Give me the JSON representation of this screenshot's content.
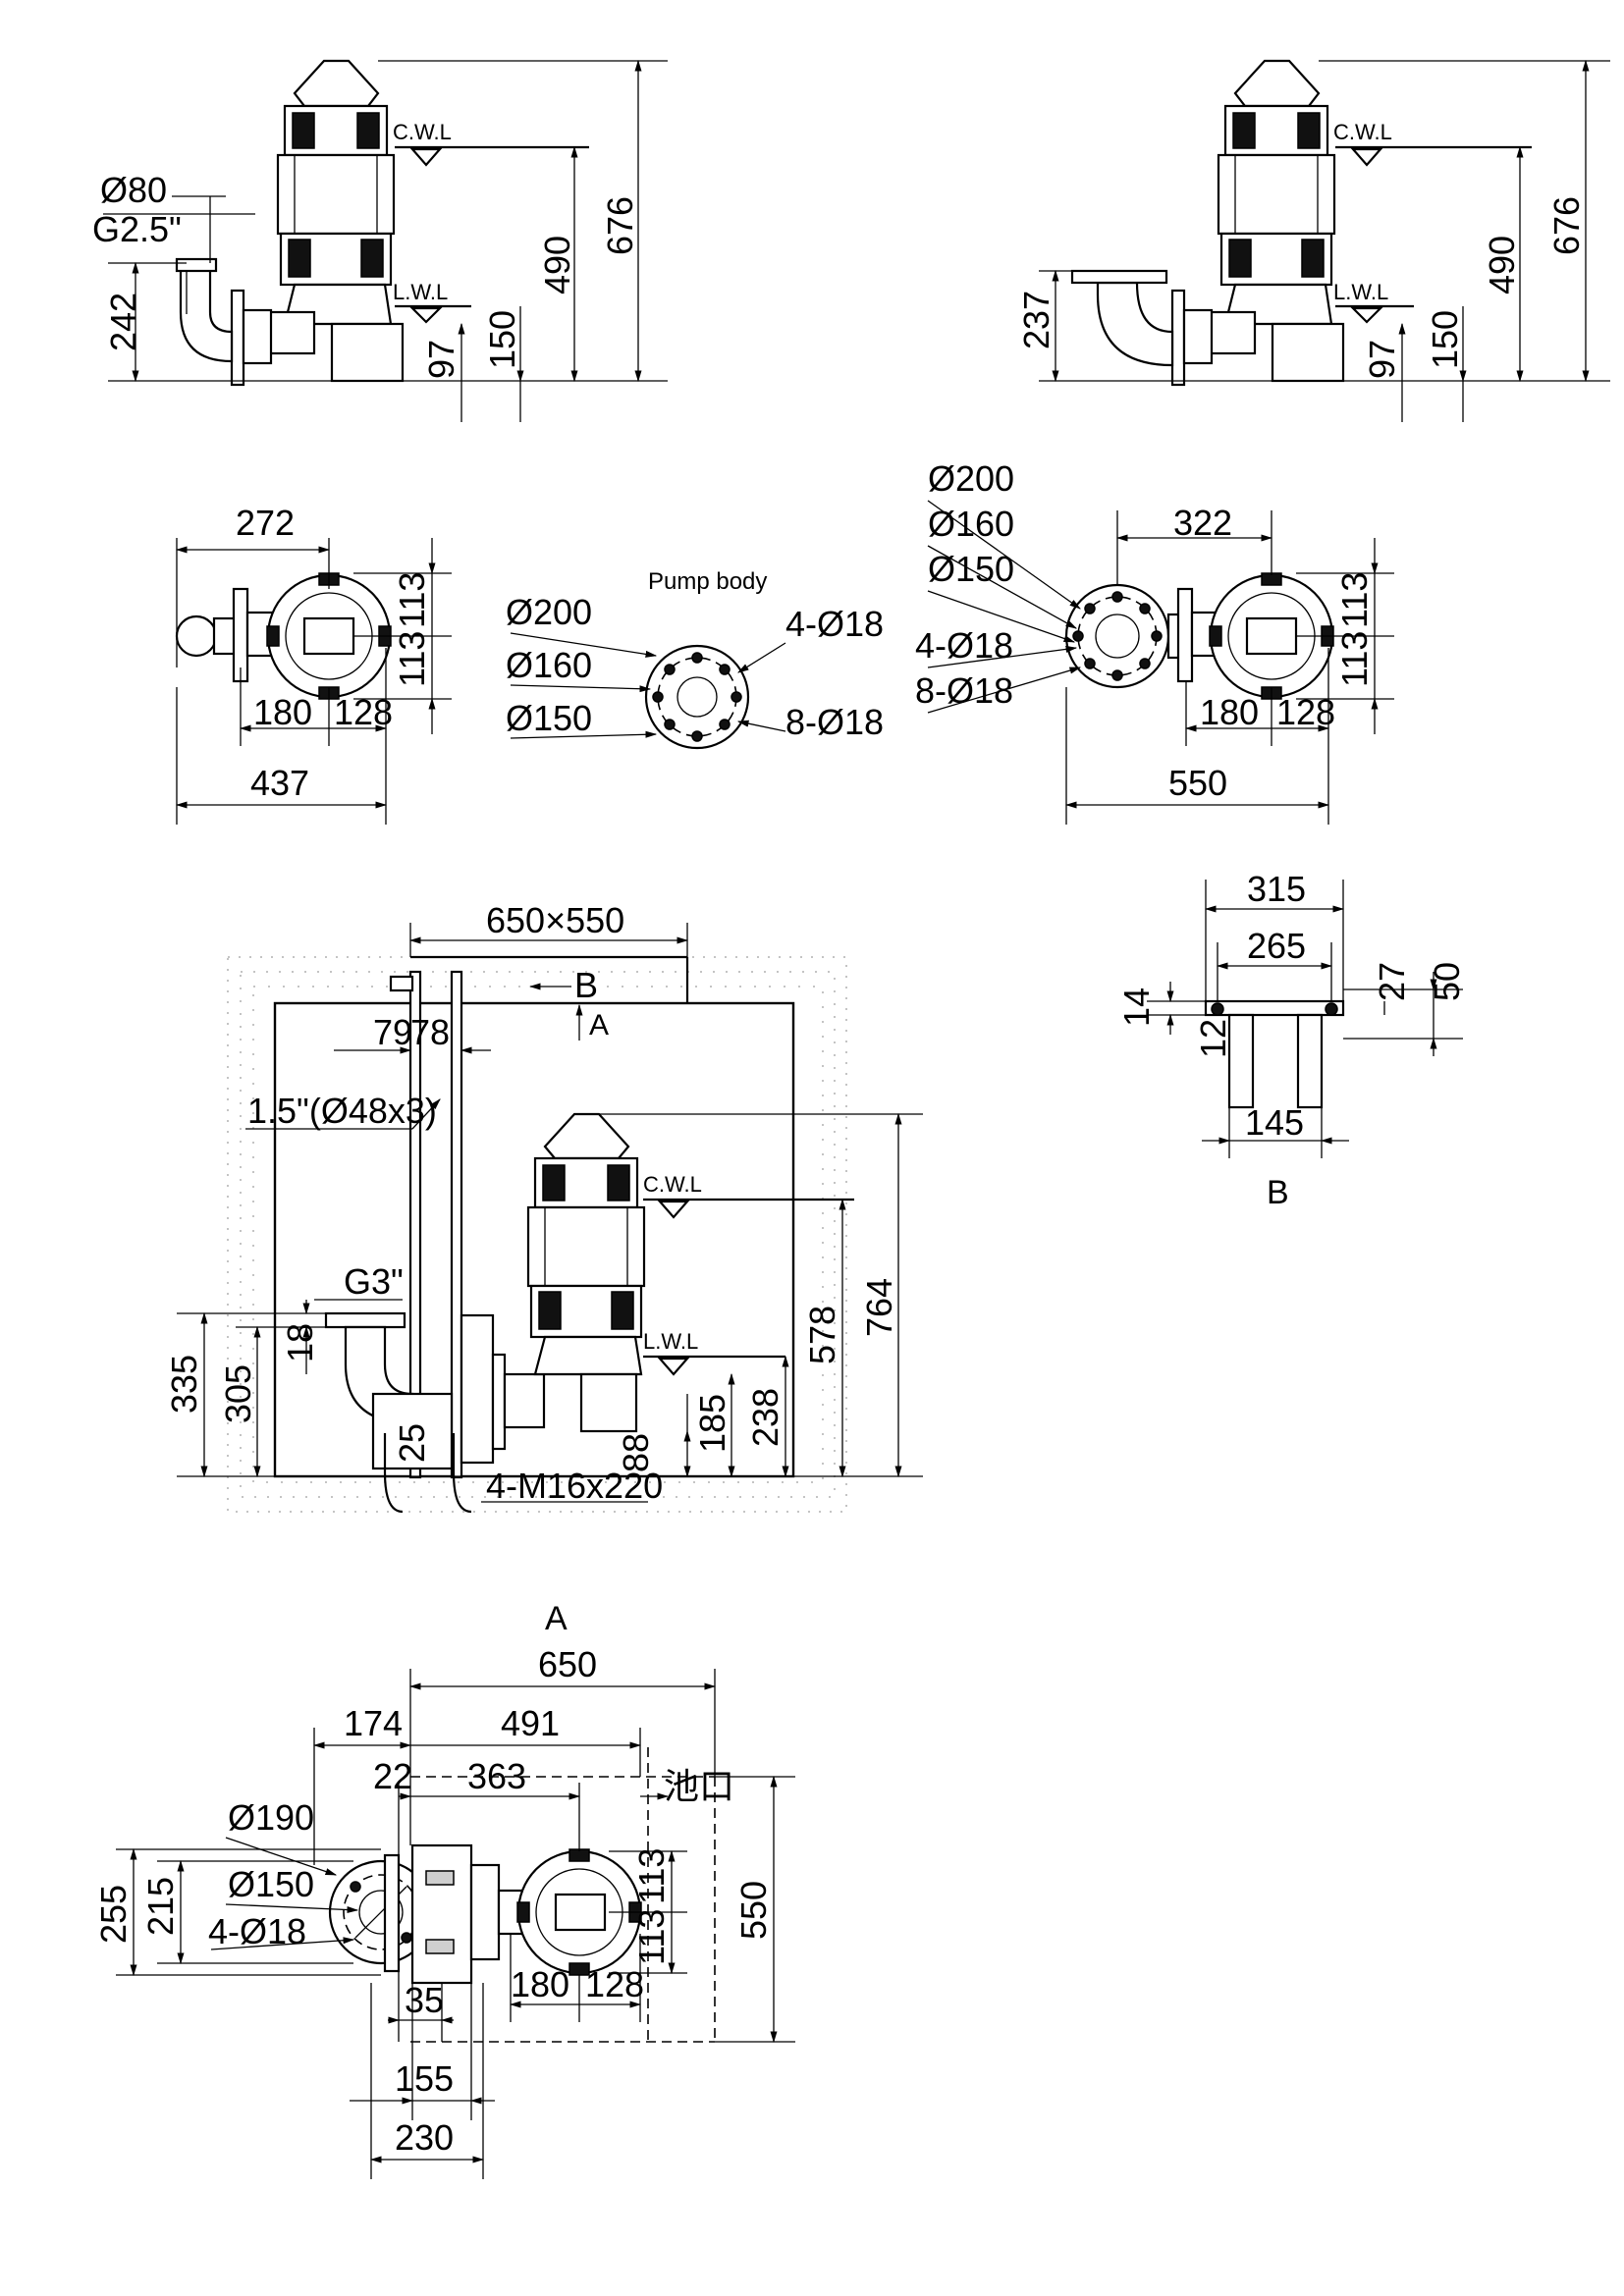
{
  "views": {
    "side_view_1": {
      "flange_diameter": "Ø80",
      "thread": "G2.5\"",
      "height_242": "242",
      "height_97": "97",
      "height_150": "150",
      "height_490": "490",
      "height_676": "676",
      "cwl": "C.W.L",
      "lwl": "L.W.L"
    },
    "side_view_2": {
      "height_237": "237",
      "height_97": "97",
      "height_150": "150",
      "height_490": "490",
      "height_676": "676",
      "cwl": "C.W.L",
      "lwl": "L.W.L"
    },
    "plan_view_1": {
      "dim_272": "272",
      "dim_180": "180",
      "dim_128": "128",
      "dim_437": "437",
      "dim_113a": "113",
      "dim_113b": "113"
    },
    "pump_body": {
      "title": "Pump body",
      "d200": "Ø200",
      "d160": "Ø160",
      "d150": "Ø150",
      "holes_4": "4-Ø18",
      "holes_8": "8-Ø18"
    },
    "plan_view_2": {
      "d200": "Ø200",
      "d160": "Ø160",
      "d150": "Ø150",
      "holes_4": "4-Ø18",
      "holes_8": "8-Ø18",
      "dim_322": "322",
      "dim_180": "180",
      "dim_128": "128",
      "dim_550": "550",
      "dim_113a": "113",
      "dim_113b": "113"
    },
    "installation": {
      "pit": "650×550",
      "view_b": "B",
      "view_a": "A",
      "dim_79": "79",
      "dim_78": "78",
      "guide_pipe": "1.5\"(Ø48x3)",
      "thread": "G3\"",
      "dim_18": "18",
      "dim_335": "335",
      "dim_305": "305",
      "dim_25": "25",
      "dim_88": "88",
      "dim_185": "185",
      "dim_238": "238",
      "dim_578": "578",
      "dim_764": "764",
      "bolts": "4-M16x220",
      "cwl": "C.W.L",
      "lwl": "L.W.L"
    },
    "detail_b": {
      "dim_315": "315",
      "dim_265": "265",
      "dim_14": "14",
      "dim_12": "12",
      "dim_27": "27",
      "dim_50": "50",
      "dim_145": "145",
      "title": "B"
    },
    "view_a": {
      "title": "A",
      "dim_650": "650",
      "dim_174": "174",
      "dim_491": "491",
      "dim_22": "22",
      "dim_363": "363",
      "pit_mouth": "池口",
      "d190": "Ø190",
      "d150": "Ø150",
      "holes_4": "4-Ø18",
      "dim_255": "255",
      "dim_215": "215",
      "dim_113a": "113",
      "dim_113b": "113",
      "dim_550": "550",
      "dim_35": "35",
      "dim_180": "180",
      "dim_128": "128",
      "dim_155": "155",
      "dim_230": "230"
    }
  }
}
